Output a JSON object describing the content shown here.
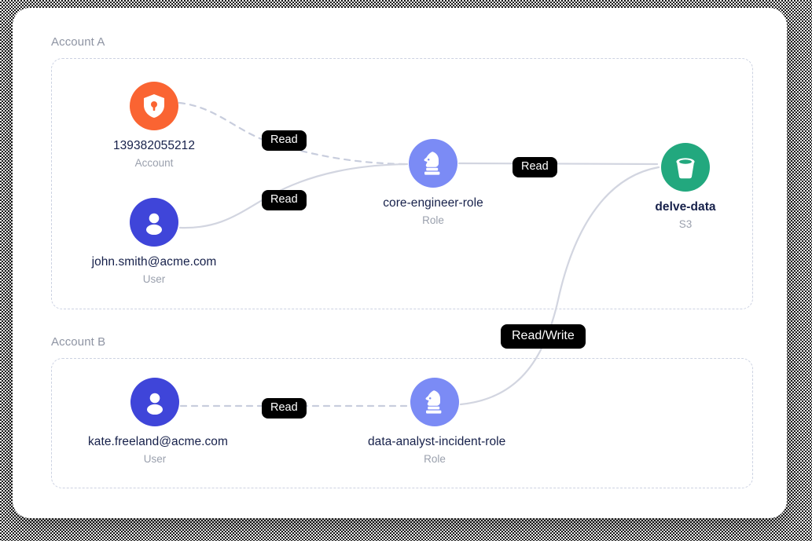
{
  "diagram": {
    "title_hidden": "",
    "groups": [
      {
        "id": "account-a",
        "label": "Account A"
      },
      {
        "id": "account-b",
        "label": "Account B"
      }
    ],
    "nodes": [
      {
        "id": "account-139382055212",
        "icon": "shield-lock-icon",
        "color": "#fa6432",
        "title": "139382055212",
        "subtitle": "Account",
        "bold": false
      },
      {
        "id": "user-john-smith",
        "icon": "user-icon",
        "color": "#3f45d9",
        "title": "john.smith@acme.com",
        "subtitle": "User",
        "bold": false
      },
      {
        "id": "role-core-engineer",
        "icon": "chess-knight-icon",
        "color": "#7b8bf5",
        "title": "core-engineer-role",
        "subtitle": "Role",
        "bold": false
      },
      {
        "id": "s3-delve-data",
        "icon": "bucket-icon",
        "color": "#22a87e",
        "title": "delve-data",
        "subtitle": "S3",
        "bold": true
      },
      {
        "id": "user-kate-freeland",
        "icon": "user-icon",
        "color": "#3f45d9",
        "title": "kate.freeland@acme.com",
        "subtitle": "User",
        "bold": false
      },
      {
        "id": "role-data-analyst-incident",
        "icon": "chess-knight-icon",
        "color": "#7b8bf5",
        "title": "data-analyst-incident-role",
        "subtitle": "Role",
        "bold": false
      }
    ],
    "edges": [
      {
        "id": "account-to-role",
        "from": "account-139382055212",
        "to": "role-core-engineer",
        "style": "dashed",
        "badge": "Read"
      },
      {
        "id": "john-to-role",
        "from": "user-john-smith",
        "to": "role-core-engineer",
        "style": "solid",
        "badge": "Read"
      },
      {
        "id": "role-to-s3",
        "from": "role-core-engineer",
        "to": "s3-delve-data",
        "style": "solid",
        "badge": "Read"
      },
      {
        "id": "kate-to-role",
        "from": "user-kate-freeland",
        "to": "role-data-analyst-incident",
        "style": "dashed",
        "badge": "Read"
      },
      {
        "id": "analyst-role-to-s3",
        "from": "role-data-analyst-incident",
        "to": "s3-delve-data",
        "style": "solid",
        "badge": "Read/Write"
      }
    ],
    "colors": {
      "account": "#fa6432",
      "user": "#3f45d9",
      "role": "#7b8bf5",
      "bucket": "#22a87e",
      "badge_bg": "#000000",
      "badge_text": "#ffffff",
      "edge": "#d2d5e0",
      "group_border": "#ccd2e2",
      "group_label": "#8e94a3",
      "node_title": "#16204a",
      "node_subtitle": "#9aa0ad",
      "card_bg": "#ffffff"
    }
  }
}
